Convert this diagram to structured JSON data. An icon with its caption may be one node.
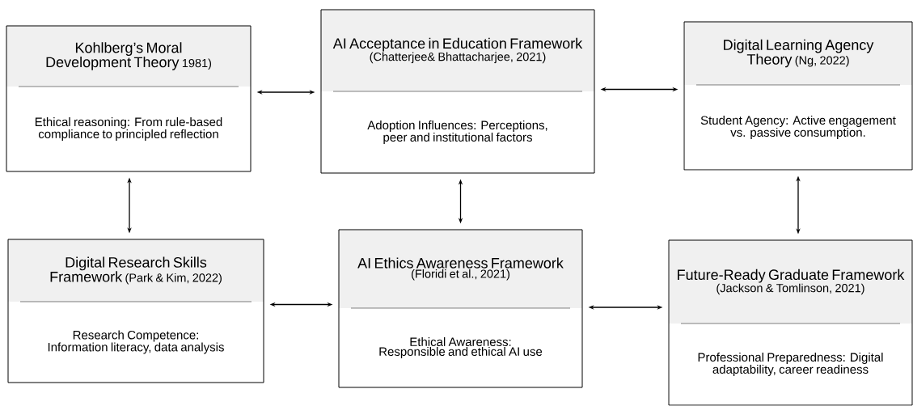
{
  "diagram": {
    "nodes": [
      {
        "text": [
          "Kohlberg’s Moral Development Theory",
          "1981)",
          "Ethical reasoning: From rule-based compliance to principled reflection"
        ]
      },
      {
        "text": [
          "AI Acceptance in Education Framework",
          "(Chatterjee& Bhattacharjee, 2021)",
          "Adoption Influences: Perceptions, peer and institutional factors"
        ]
      },
      {
        "text": [
          "Digital Learning Agency Theory",
          "(Ng, 2022)",
          "Student Agency: Active engagement vs. passive consumption."
        ]
      },
      {
        "text": [
          "Digital Research Skills Framework",
          "(Park & Kim, 2022)",
          "Research Competence: Information literacy, data analysis"
        ]
      },
      {
        "text": [
          "AI Ethics Awareness Framework",
          "(Floridi et al., 2021)",
          "Ethical Awareness: Responsible and ethical AI use"
        ]
      },
      {
        "text": [
          "Future-Ready Graduate Framework",
          "(Jackson & Tomlinson, 2021)",
          "Professional Preparedness: Digital adaptability, career readiness"
        ]
      }
    ],
    "edges": [
      {
        "from": 0,
        "to": 1,
        "arrow": "both"
      },
      {
        "from": 1,
        "to": 2,
        "arrow": "both"
      },
      {
        "from": 0,
        "to": 3,
        "arrow": "both"
      },
      {
        "from": 1,
        "to": 4,
        "arrow": "both"
      },
      {
        "from": 2,
        "to": 5,
        "arrow": "both"
      },
      {
        "from": 3,
        "to": 4,
        "arrow": "both"
      },
      {
        "from": 4,
        "to": 5,
        "arrow": "both"
      }
    ]
  }
}
